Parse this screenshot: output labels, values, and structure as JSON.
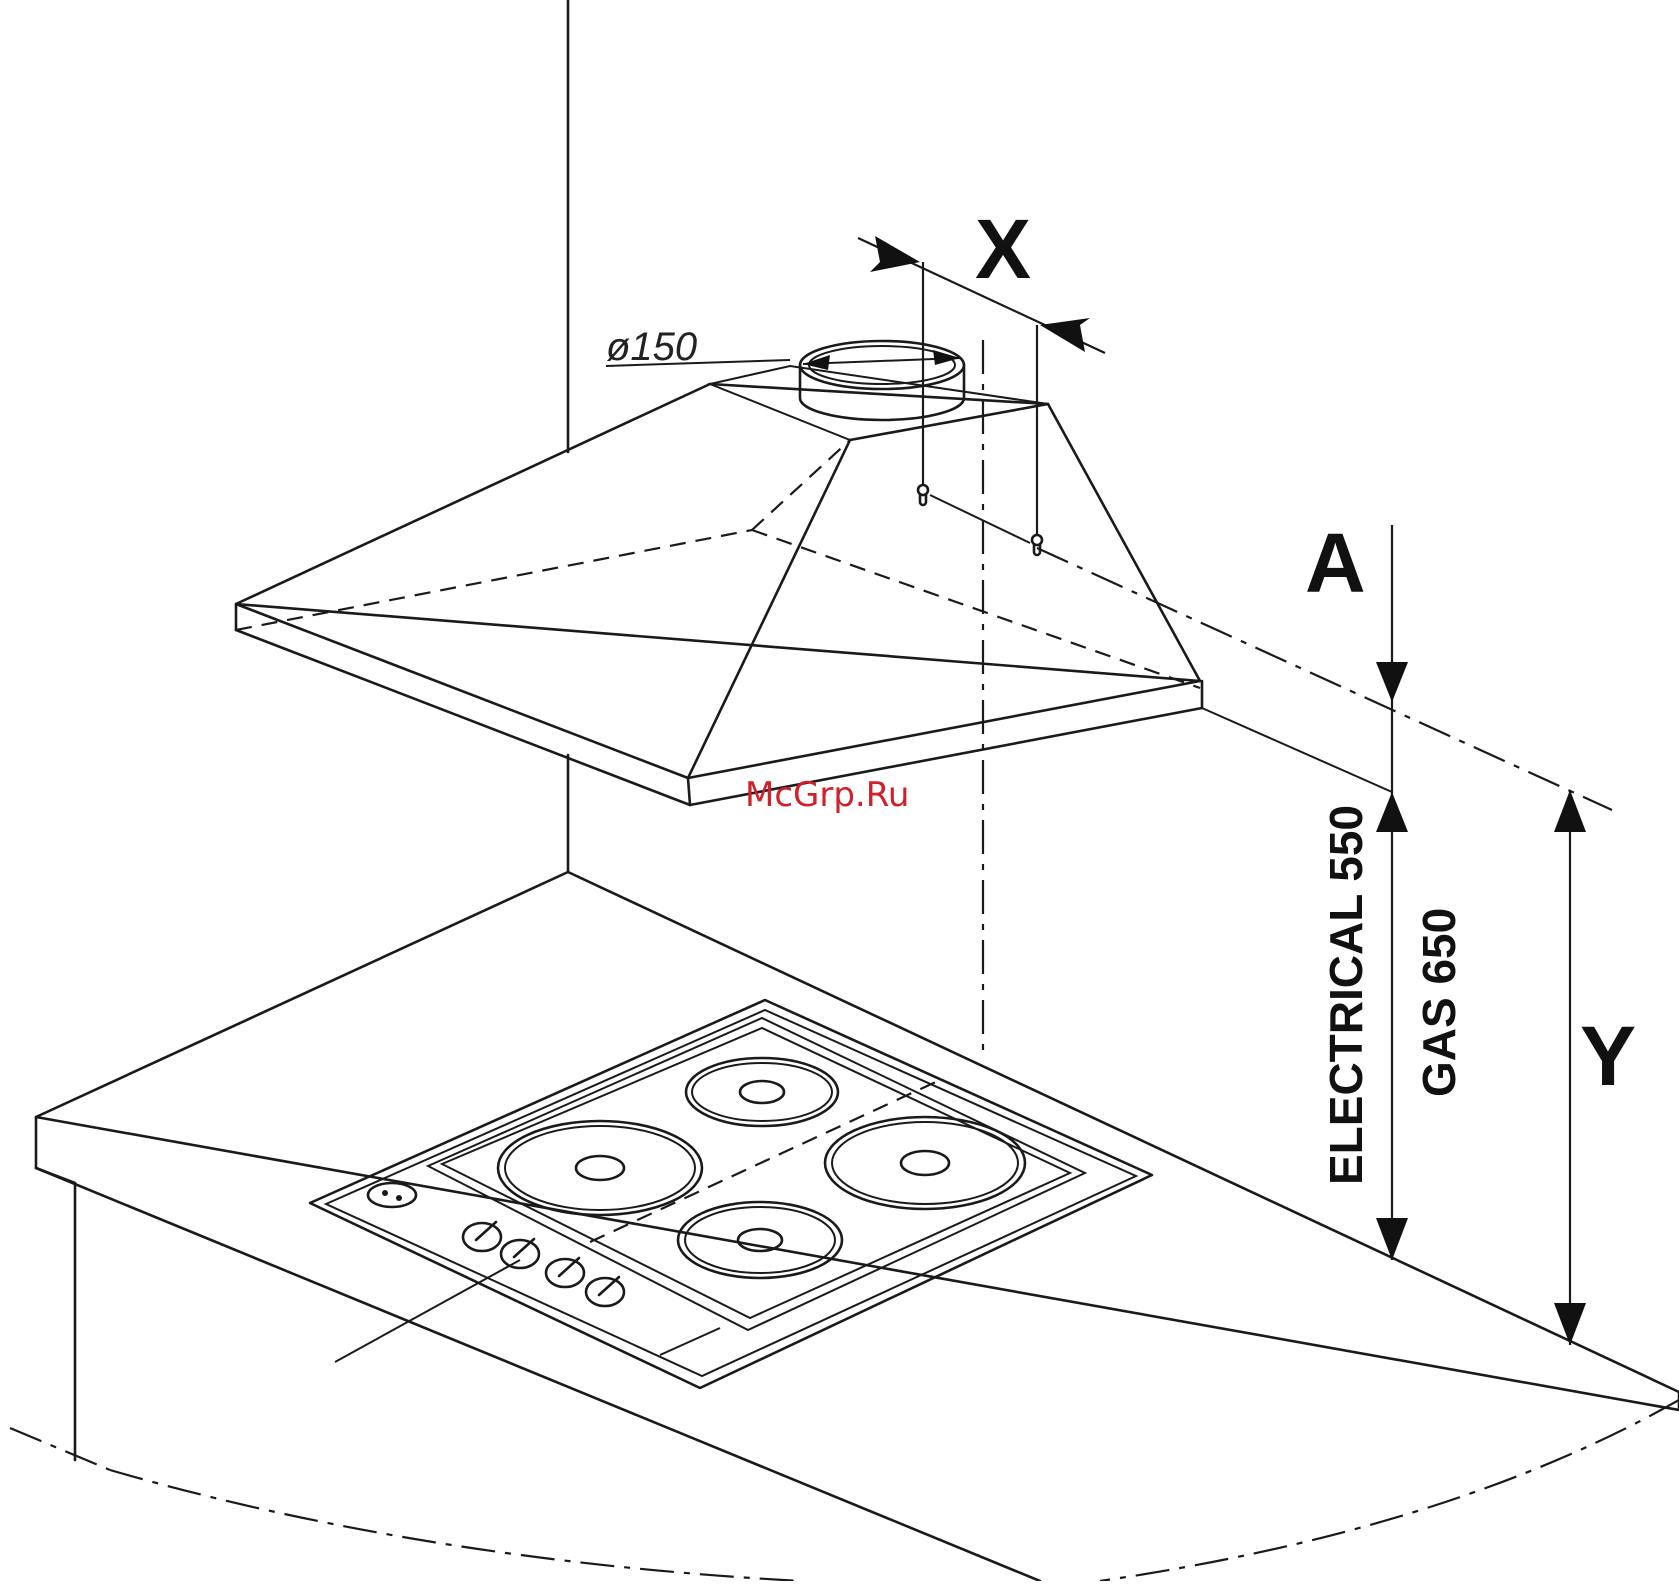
{
  "labels": {
    "diameter": "ø150",
    "x": "X",
    "a": "A",
    "y": "Y",
    "electrical": "ELECTRICAL 550",
    "gas": "GAS 650"
  },
  "watermark": "McGrp.Ru",
  "colors": {
    "line": "#1a1a1a",
    "background": "#ffffff",
    "watermark": "#d0202a"
  }
}
